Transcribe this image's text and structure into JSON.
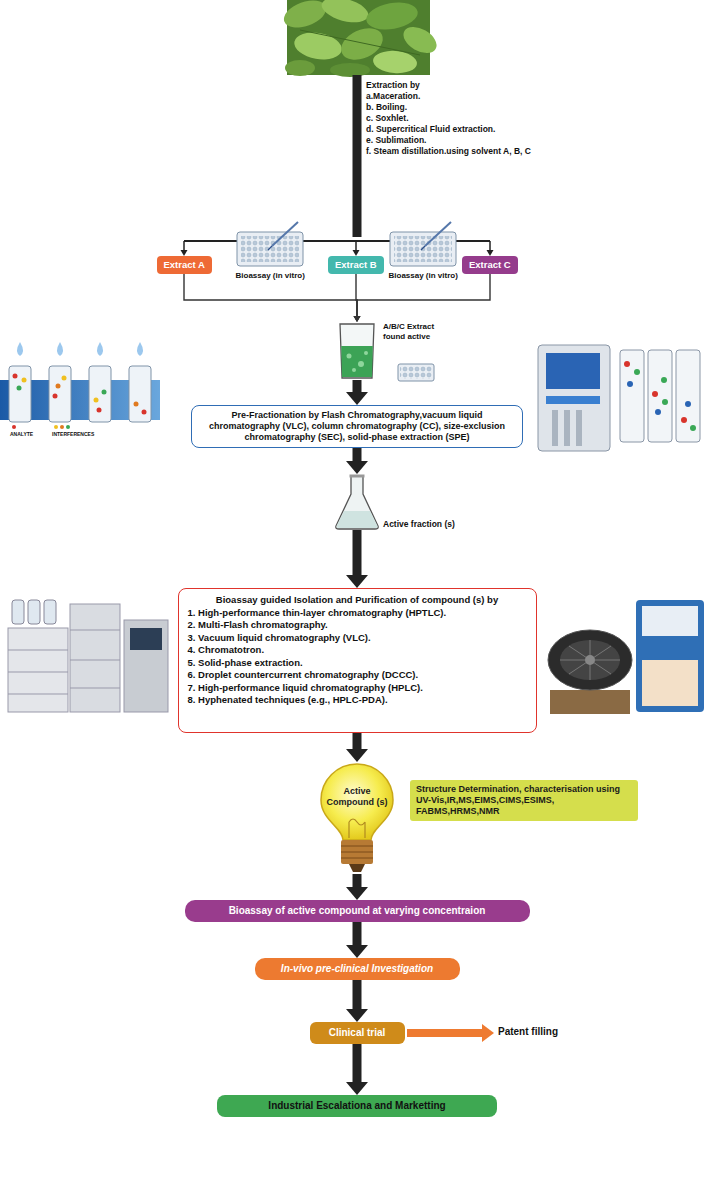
{
  "diagram": {
    "nodes": [
      {
        "text": [
          "Extract A"
        ]
      },
      {
        "text": [
          "Extract B"
        ]
      },
      {
        "text": [
          "Extract C"
        ]
      },
      {
        "text": [
          "A/B/C Extract found active"
        ]
      },
      {
        "text": [
          "Pre-Fractionation by Flash Chromatography,vacuum liquid chromatography (VLC), column chromatography (CC), size-exclusion chromatography (SEC), solid-phase extraction (SPE)"
        ]
      },
      {
        "text": [
          "Active fraction (s)"
        ]
      },
      {
        "text": [
          "Bioassay guided Isolation and Purification of compound (s) by",
          "1. High-performance thin-layer chromatography (HPTLC).",
          "2. Multi-Flash chromatography.",
          "3. Vacuum liquid chromatography (VLC).",
          "4. Chromatotron.",
          "5. Solid-phase extraction.",
          "6. Droplet countercurrent chromatography (DCCC).",
          "7. High-performance liquid chromatography (HPLC).",
          "8. Hyphenated techniques (e.g., HPLC-PDA)."
        ]
      },
      {
        "text": [
          "Active Compound (s)"
        ]
      },
      {
        "text": [
          "Structure Determination, characterisation using UV-Vis,IR,MS,EIMS,CIMS,ESIMS, FABMS,HRMS,NMR"
        ]
      },
      {
        "text": [
          "Bioassay of active compound at varying concentraion"
        ]
      },
      {
        "text": [
          "In-vivo pre-clinical Investigation"
        ]
      },
      {
        "text": [
          "Clinical trial"
        ]
      },
      {
        "text": [
          "Industrial Escalationa and Marketting"
        ]
      }
    ],
    "edges": [
      {
        "from": 0,
        "to": 3,
        "arrow": "to"
      },
      {
        "from": 1,
        "to": 3,
        "arrow": "to"
      },
      {
        "from": 2,
        "to": 3,
        "arrow": "to"
      },
      {
        "from": 3,
        "to": 4,
        "arrow": "to"
      },
      {
        "from": 4,
        "to": 5,
        "arrow": "to"
      },
      {
        "from": 5,
        "to": 6,
        "arrow": "to"
      },
      {
        "from": 6,
        "to": 7,
        "arrow": "to"
      },
      {
        "from": 7,
        "to": 9,
        "arrow": "to"
      },
      {
        "from": 9,
        "to": 10,
        "arrow": "to"
      },
      {
        "from": 10,
        "to": 11,
        "arrow": "to"
      },
      {
        "from": 11,
        "to": 12,
        "arrow": "to"
      }
    ],
    "labels": [
      "Extraction by",
      "a.Maceration.",
      "b. Boiling.",
      "c. Soxhlet.",
      "d. Supercritical Fluid extraction.",
      "e. Sublimation.",
      "f. Steam distillation.using solvent A, B, C",
      "Bioassay (in vitro)",
      "Bioassay (in vitro)",
      "ANALYTE",
      "INTERFERENCES",
      "Patent filling"
    ]
  }
}
